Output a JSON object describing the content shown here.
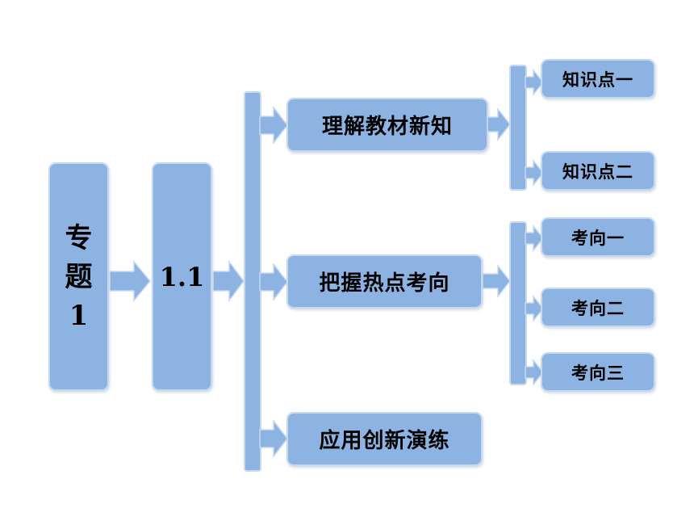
{
  "topic": {
    "line1": "专",
    "line2": "题",
    "line3": "1"
  },
  "section": "1.1",
  "branches": [
    {
      "label": "理解教材新知",
      "children": [
        "知识点一",
        "知识点二"
      ]
    },
    {
      "label": "把握热点考向",
      "children": [
        "考向一",
        "考向二",
        "考向三"
      ]
    },
    {
      "label": "应用创新演练",
      "children": []
    }
  ],
  "colors": {
    "box_fill": "#8db3e2",
    "box_border": "#c6d9f1",
    "text": "#000000"
  }
}
